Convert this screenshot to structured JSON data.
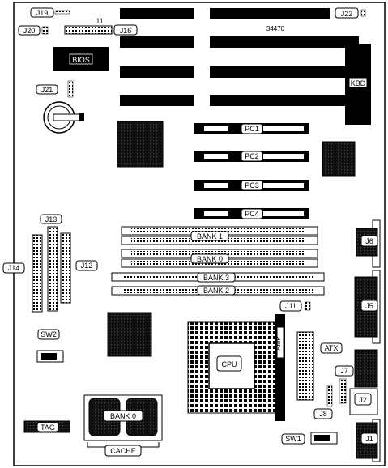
{
  "board": {
    "part_number": "34470",
    "jumper_j16_pin": "11"
  },
  "labels": {
    "j19": "J19",
    "j20": "J20",
    "j16": "J16",
    "j22": "J22",
    "bios": "BIOS",
    "j21": "J21",
    "kbd": "KBD",
    "pc1": "PC1",
    "pc2": "PC2",
    "pc3": "PC3",
    "pc4": "PC4",
    "j13": "J13",
    "j14": "J14",
    "j12": "J12",
    "bank1": "BANK 1",
    "bank0": "BANK 0",
    "bank3": "BANK 3",
    "bank2": "BANK 2",
    "j6": "J6",
    "j5": "J5",
    "j11": "J11",
    "sw2": "SW2",
    "cpu": "CPU",
    "amp": "AMP",
    "atx": "ATX",
    "j7": "J7",
    "j2": "J2",
    "j8": "J8",
    "tag": "TAG",
    "cache_bank0": "BANK 0",
    "cache": "CACHE",
    "sw1": "SW1",
    "j1": "J1"
  }
}
